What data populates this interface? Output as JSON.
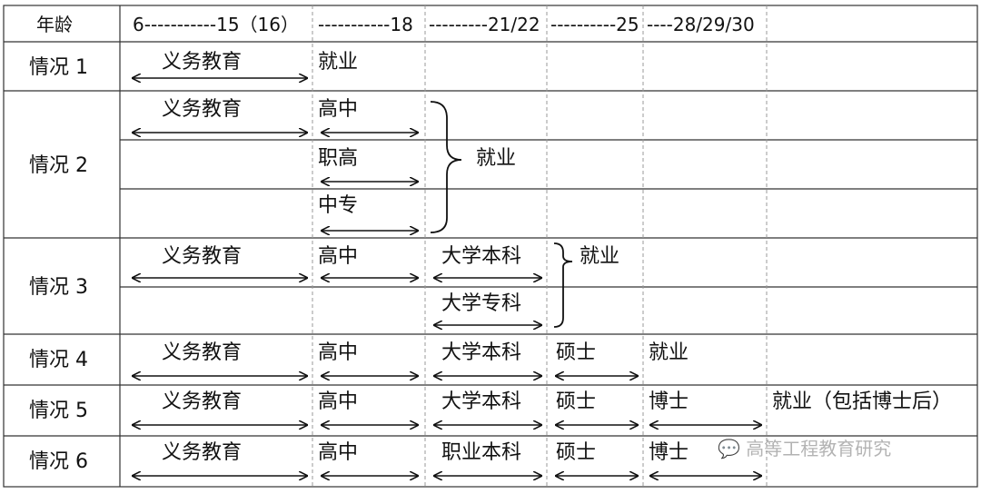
{
  "header": {
    "age_label": "年龄",
    "seg1": "6-----------15（16）",
    "seg2": "-----------18",
    "seg3": "---------21/22",
    "seg4": "----------25",
    "seg5": "----28/29/30"
  },
  "rows": {
    "r1": {
      "label": "情况 1",
      "compulsory": "义务教育",
      "work": "就业"
    },
    "r2": {
      "label": "情况 2",
      "compulsory": "义务教育",
      "high_school": "高中",
      "vocational_high": "职高",
      "technical_secondary": "中专",
      "work": "就业"
    },
    "r3": {
      "label": "情况 3",
      "compulsory": "义务教育",
      "high_school": "高中",
      "undergrad": "大学本科",
      "junior_college": "大学专科",
      "work": "就业"
    },
    "r4": {
      "label": "情况 4",
      "compulsory": "义务教育",
      "high_school": "高中",
      "undergrad": "大学本科",
      "master": "硕士",
      "work": "就业"
    },
    "r5": {
      "label": "情况 5",
      "compulsory": "义务教育",
      "high_school": "高中",
      "undergrad": "大学本科",
      "master": "硕士",
      "doctor": "博士",
      "work": "就业（包括博士后）"
    },
    "r6": {
      "label": "情况 6",
      "compulsory": "义务教育",
      "high_school": "高中",
      "vocational_undergrad": "职业本科",
      "master": "硕士",
      "doctor": "博士"
    }
  },
  "watermark": "高等工程教育研究"
}
